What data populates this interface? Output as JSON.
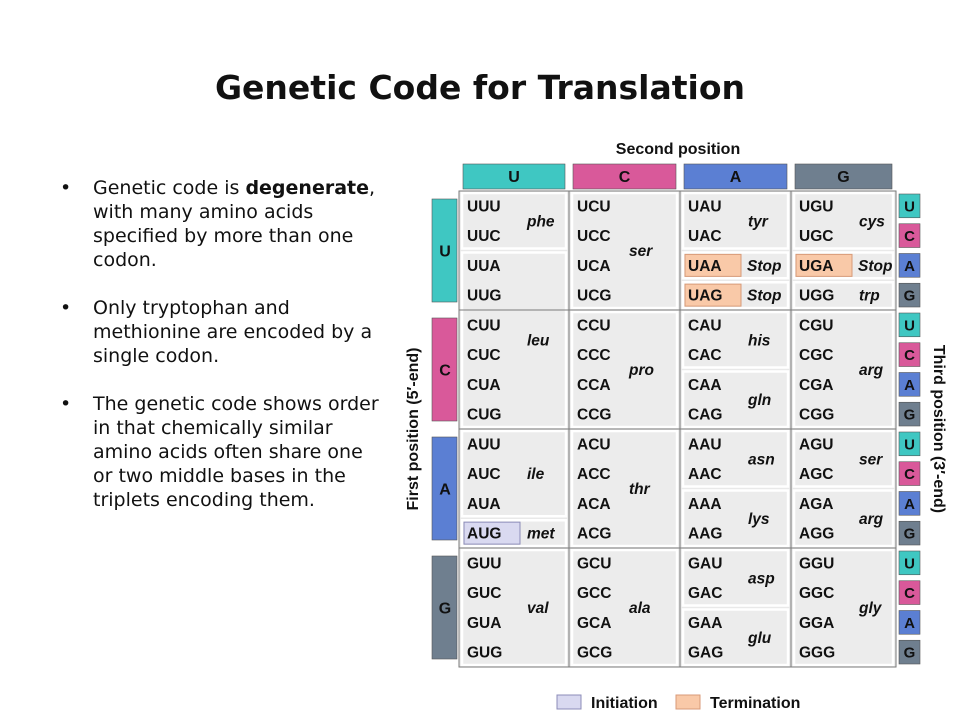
{
  "title": "Genetic Code for Translation",
  "bullets": [
    {
      "before": "Genetic code is ",
      "bold": "degenerate",
      "after": ", with many amino acids specified by more than one codon."
    },
    {
      "before": "Only tryptophan and methionine are encoded by a single codon.",
      "bold": "",
      "after": ""
    },
    {
      "before": "The genetic code shows order in that chemically similar amino acids often share one or two middle bases in the triplets encoding them.",
      "bold": "",
      "after": ""
    }
  ],
  "table": {
    "second_position_label": "Second position",
    "first_position_label": "First position (5′-end)",
    "third_position_label": "Third position (3′-end)",
    "bases": [
      "U",
      "C",
      "A",
      "G"
    ],
    "base_colors": {
      "U": "#3fc7c2",
      "C": "#d9599a",
      "A": "#5b7fd3",
      "G": "#6f7f8f"
    },
    "legend": [
      {
        "label": "Initiation",
        "color": "#d9d9f0"
      },
      {
        "label": "Termination",
        "color": "#f9c9a8"
      }
    ],
    "codon_rows": [
      [
        "UUU",
        "UCU",
        "UAU",
        "UGU"
      ],
      [
        "UUC",
        "UCC",
        "UAC",
        "UGC"
      ],
      [
        "UUA",
        "UCA",
        "UAA",
        "UGA"
      ],
      [
        "UUG",
        "UCG",
        "UAG",
        "UGG"
      ],
      [
        "CUU",
        "CCU",
        "CAU",
        "CGU"
      ],
      [
        "CUC",
        "CCC",
        "CAC",
        "CGC"
      ],
      [
        "CUA",
        "CCA",
        "CAA",
        "CGA"
      ],
      [
        "CUG",
        "CCG",
        "CAG",
        "CGG"
      ],
      [
        "AUU",
        "ACU",
        "AAU",
        "AGU"
      ],
      [
        "AUC",
        "ACC",
        "AAC",
        "AGC"
      ],
      [
        "AUA",
        "ACA",
        "AAA",
        "AGA"
      ],
      [
        "AUG",
        "ACG",
        "AAG",
        "AGG"
      ],
      [
        "GUU",
        "GCU",
        "GAU",
        "GGU"
      ],
      [
        "GUC",
        "GCC",
        "GAC",
        "GGC"
      ],
      [
        "GUA",
        "GCA",
        "GAA",
        "GGA"
      ],
      [
        "GUG",
        "GCG",
        "GAG",
        "GGG"
      ]
    ],
    "highlights": {
      "initiation": [
        "AUG"
      ],
      "termination": [
        "UAA",
        "UAG",
        "UGA"
      ]
    },
    "amino_acid_groups": [
      {
        "col": 0,
        "rows": [
          0,
          1
        ],
        "name": "phe"
      },
      {
        "col": 0,
        "rows": [
          2,
          7
        ],
        "name": "leu"
      },
      {
        "col": 0,
        "rows": [
          8,
          10
        ],
        "name": "ile"
      },
      {
        "col": 0,
        "rows": [
          11,
          11
        ],
        "name": "met"
      },
      {
        "col": 0,
        "rows": [
          12,
          15
        ],
        "name": "val"
      },
      {
        "col": 1,
        "rows": [
          0,
          3
        ],
        "name": "ser"
      },
      {
        "col": 1,
        "rows": [
          4,
          7
        ],
        "name": "pro"
      },
      {
        "col": 1,
        "rows": [
          8,
          11
        ],
        "name": "thr"
      },
      {
        "col": 1,
        "rows": [
          12,
          15
        ],
        "name": "ala"
      },
      {
        "col": 2,
        "rows": [
          0,
          1
        ],
        "name": "tyr"
      },
      {
        "col": 2,
        "rows": [
          2,
          2
        ],
        "name": "Stop"
      },
      {
        "col": 2,
        "rows": [
          3,
          3
        ],
        "name": "Stop"
      },
      {
        "col": 2,
        "rows": [
          4,
          5
        ],
        "name": "his"
      },
      {
        "col": 2,
        "rows": [
          6,
          7
        ],
        "name": "gln"
      },
      {
        "col": 2,
        "rows": [
          8,
          9
        ],
        "name": "asn"
      },
      {
        "col": 2,
        "rows": [
          10,
          11
        ],
        "name": "lys"
      },
      {
        "col": 2,
        "rows": [
          12,
          13
        ],
        "name": "asp"
      },
      {
        "col": 2,
        "rows": [
          14,
          15
        ],
        "name": "glu"
      },
      {
        "col": 3,
        "rows": [
          0,
          1
        ],
        "name": "cys"
      },
      {
        "col": 3,
        "rows": [
          2,
          2
        ],
        "name": "Stop"
      },
      {
        "col": 3,
        "rows": [
          3,
          3
        ],
        "name": "trp"
      },
      {
        "col": 3,
        "rows": [
          4,
          7
        ],
        "name": "arg"
      },
      {
        "col": 3,
        "rows": [
          8,
          9
        ],
        "name": "ser"
      },
      {
        "col": 3,
        "rows": [
          10,
          11
        ],
        "name": "arg"
      },
      {
        "col": 3,
        "rows": [
          12,
          15
        ],
        "name": "gly"
      }
    ]
  }
}
